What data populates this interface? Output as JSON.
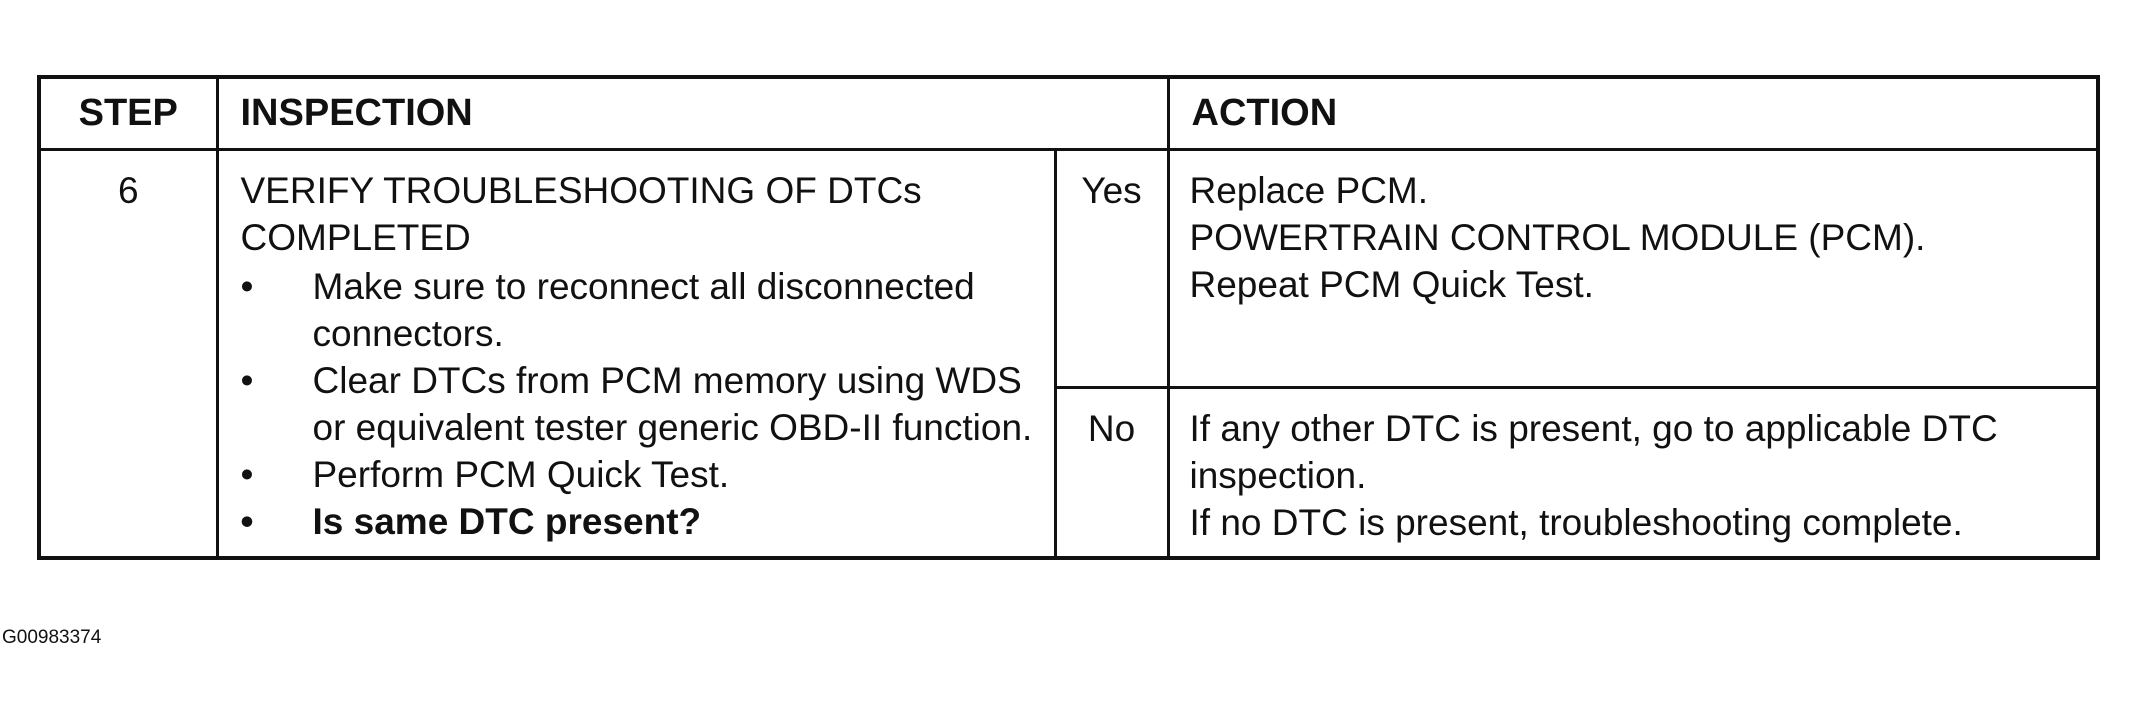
{
  "table": {
    "headers": {
      "step": "STEP",
      "inspection": "INSPECTION",
      "action": "ACTION"
    },
    "row": {
      "step": "6",
      "inspection": {
        "title": "VERIFY TROUBLESHOOTING OF DTCs COMPLETED",
        "bullet_symbol": "•",
        "bullets": [
          "Make sure to reconnect all disconnected connectors.",
          "Clear DTCs from PCM memory using WDS or equivalent tester generic OBD-II function.",
          "Perform PCM Quick Test.",
          "Is same DTC present?"
        ]
      },
      "answers": [
        {
          "label": "Yes",
          "action_lines": [
            "Replace PCM.",
            "POWERTRAIN CONTROL MODULE (PCM).",
            "Repeat PCM Quick Test."
          ]
        },
        {
          "label": "No",
          "action_lines": [
            "If any other DTC is present, go to applicable DTC inspection.",
            "If no DTC is present, troubleshooting complete."
          ]
        }
      ]
    }
  },
  "figure_id": "G00983374"
}
